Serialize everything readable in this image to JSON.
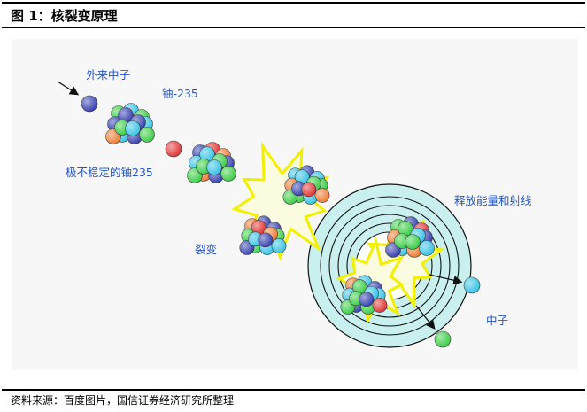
{
  "figure": {
    "title": "图 1：核裂变原理",
    "source": "资料来源：百度图片，国信证券经济研究所整理"
  },
  "diagram": {
    "labels": {
      "incoming_neutron": "外来中子",
      "uranium": "铀-235",
      "unstable": "极不稳定的铀235",
      "fission": "裂变",
      "energy": "释放能量和射线",
      "neutron": "中子"
    },
    "colors": {
      "proton_red": "#e23a3a",
      "neutron_blue": "#3a45b0",
      "green": "#3fcf4a",
      "cyan": "#3cc4e6",
      "orange": "#f0803a",
      "burst": "#f2f000",
      "rings_fill": "#c9f0ee",
      "label": "#2255cc"
    }
  }
}
